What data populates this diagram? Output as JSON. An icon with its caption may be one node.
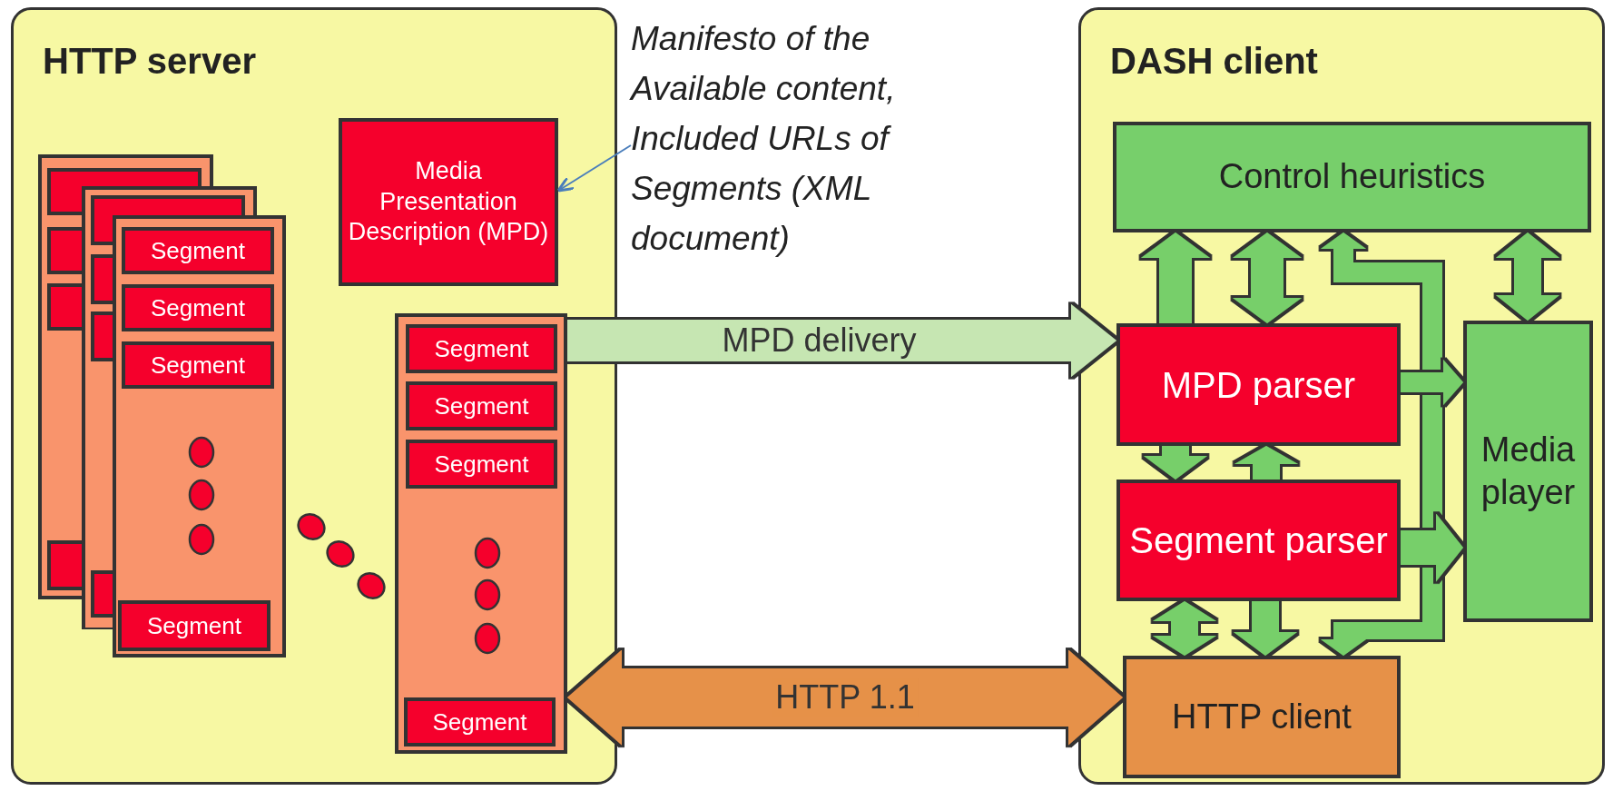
{
  "diagram": {
    "nodes": [
      {
        "text": [
          "HTTP server"
        ]
      },
      {
        "text": [],
        "shape": "box",
        "in": 0
      },
      {
        "text": [],
        "shape": "box",
        "in": 0
      },
      {
        "text": [],
        "shape": "box",
        "in": 0
      },
      {
        "text": [
          "Segment"
        ],
        "in": 3
      },
      {
        "text": [
          "Segment"
        ],
        "in": 3
      },
      {
        "text": [
          "Segment"
        ],
        "in": 3
      },
      {
        "text": [
          "Segment"
        ],
        "in": 3
      },
      {
        "text": [
          "Media Presentation Description (MPD)"
        ],
        "in": 0
      },
      {
        "text": [],
        "shape": "box",
        "in": 0
      },
      {
        "text": [
          "Segment"
        ],
        "in": 9
      },
      {
        "text": [
          "Segment"
        ],
        "in": 9
      },
      {
        "text": [
          "Segment"
        ],
        "in": 9
      },
      {
        "text": [
          "Segment"
        ],
        "in": 9
      },
      {
        "text": [
          "Manifesto of the Available content, Included URLs of Segments (XML document)"
        ]
      },
      {
        "text": [
          "DASH client"
        ]
      },
      {
        "text": [
          "Control heuristics"
        ],
        "in": 15
      },
      {
        "text": [
          "MPD parser"
        ],
        "in": 15
      },
      {
        "text": [
          "Segment parser"
        ],
        "in": 15
      },
      {
        "text": [
          "Media player"
        ],
        "in": 15
      },
      {
        "text": [
          "HTTP client"
        ],
        "in": 15
      }
    ],
    "edges": [
      {
        "from": 14,
        "to": 8,
        "arrow": "to",
        "color": "#4a7ebb"
      },
      {
        "from": 9,
        "to": 17,
        "arrow": "to",
        "label": "MPD delivery",
        "color": "#c6e6b2"
      },
      {
        "from": 9,
        "to": 20,
        "arrow": "both",
        "label": "HTTP 1.1",
        "color": "#e69148"
      },
      {
        "from": 17,
        "to": 16,
        "arrow": "to"
      },
      {
        "from": 17,
        "to": 16,
        "arrow": "both"
      },
      {
        "from": 20,
        "to": 16,
        "arrow": "both"
      },
      {
        "from": 19,
        "to": 16,
        "arrow": "both"
      },
      {
        "from": 17,
        "to": 19,
        "arrow": "to"
      },
      {
        "from": 18,
        "to": 19,
        "arrow": "to"
      },
      {
        "from": 17,
        "to": 18,
        "arrow": "to"
      },
      {
        "from": 18,
        "to": 17,
        "arrow": "to"
      },
      {
        "from": 18,
        "to": 20,
        "arrow": "both"
      },
      {
        "from": 18,
        "to": 20,
        "arrow": "to"
      }
    ]
  }
}
